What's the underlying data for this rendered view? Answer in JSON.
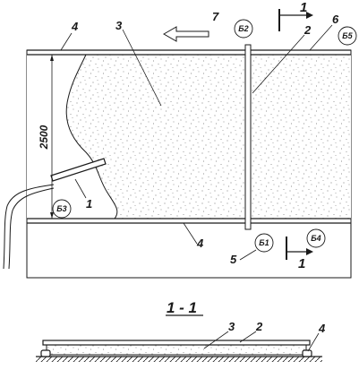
{
  "callouts": {
    "c1": "1",
    "c2": "2",
    "c3": "3",
    "c4_top": "4",
    "c4_bottom": "4",
    "c5": "5",
    "c6": "6",
    "c7": "7"
  },
  "circle_labels": {
    "b1": "Б1",
    "b2": "Б2",
    "b3": "Б3",
    "b4": "Б4",
    "b5": "Б5"
  },
  "section_marks": {
    "top": "1",
    "bottom": "1"
  },
  "dimension": "2500",
  "section_title": "1 - 1",
  "section_callouts": {
    "s2": "2",
    "s3": "3",
    "s4": "4"
  }
}
